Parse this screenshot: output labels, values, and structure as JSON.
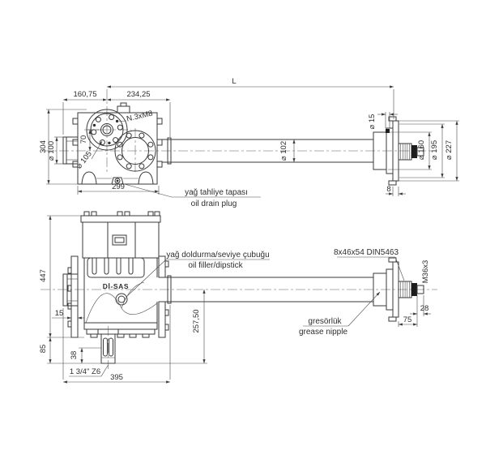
{
  "top_view": {
    "dim_overall_length": "L",
    "dim_input_offset": "160,75",
    "dim_gearbox_to_weld": "234,25",
    "note_holes": "N.3xM8",
    "dim_height": "304",
    "dim_input_hub": "⌀ 100",
    "dim_center_offset": "70",
    "dim_bolt_circle": "⌀ 105",
    "dim_width": "299",
    "note_drain_tr": "yağ tahliye tapası",
    "note_drain_en": "oil drain plug",
    "dim_tube": "⌀ 102",
    "dim_flange_hole": "⌀ 15",
    "dim_hub": "⌀ 160",
    "dim_flange_bolt_circle": "⌀ 195",
    "dim_flange_od": "⌀ 227",
    "dim_flange_thickness": "8"
  },
  "side_view": {
    "dim_total_height": "447",
    "dim_flange_plate": "15",
    "dim_pto_drop": "85",
    "dim_pto_spline_length": "38",
    "note_pto_spline": "1 3/4\" Z6",
    "dim_overall_width": "395",
    "dim_axis_to_pto_end": "257,50",
    "logo": "Dİ-SAS",
    "note_filler_tr": "yağ doldurma/seviye çubuğu",
    "note_filler_en": "oil filler/dipstick",
    "note_output_spline": "8x46x54 DIN5463",
    "note_thread": "M36x3",
    "dim_thread_length": "28",
    "dim_spline_length": "75",
    "note_grease_tr": "gresörlük",
    "note_grease_en": "grease nipple"
  }
}
